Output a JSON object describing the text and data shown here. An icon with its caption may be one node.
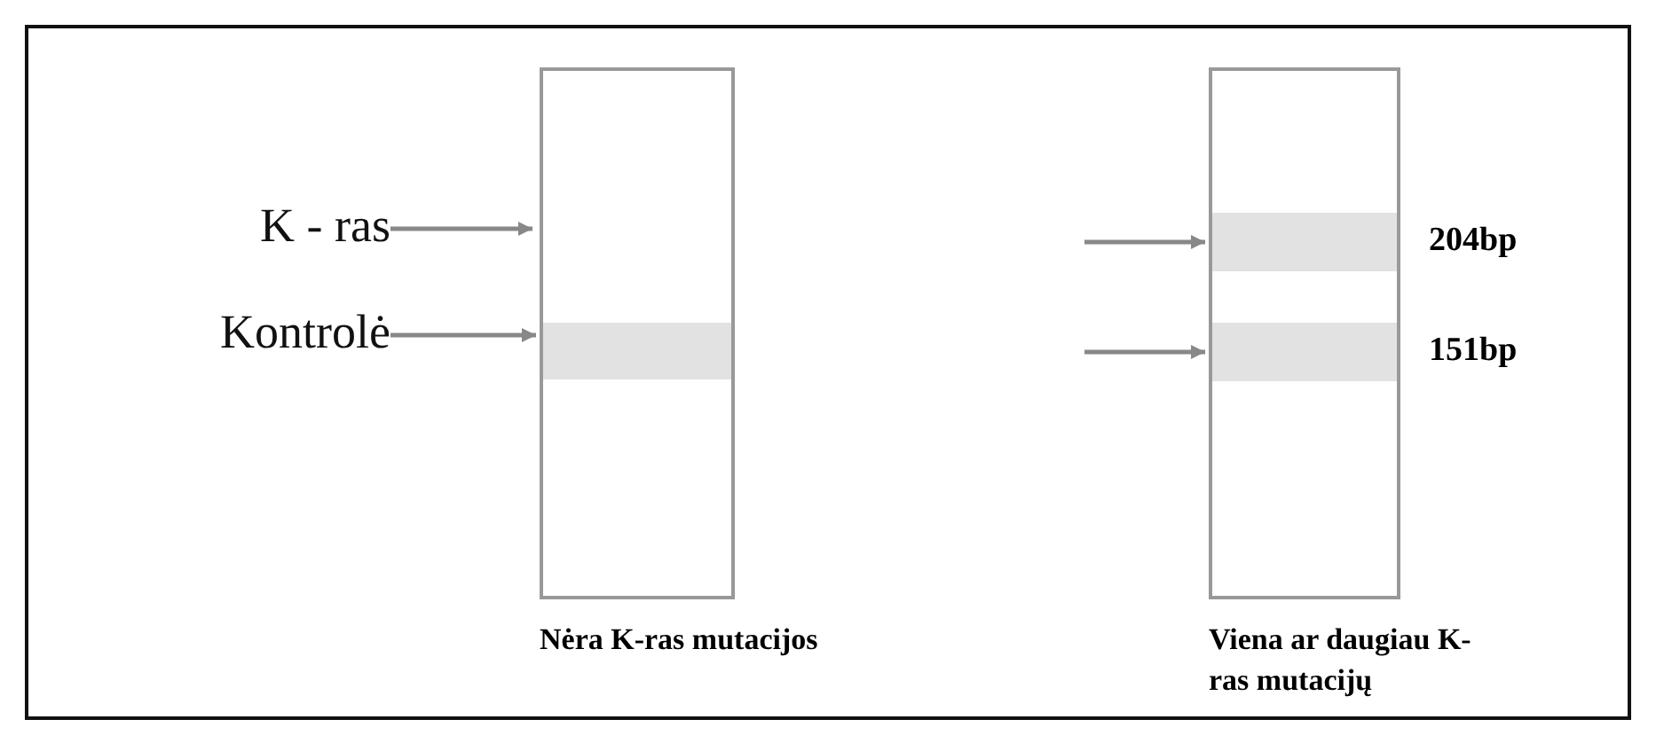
{
  "diagram": {
    "nodes": [
      {
        "text": [
          "K - ras"
        ]
      },
      {
        "text": [
          "Kontrolė"
        ]
      },
      {
        "text": [],
        "shape": "box",
        "beside": [
          "Nėra K-ras mutacijos"
        ]
      },
      {
        "text": [],
        "shape": "bar",
        "in": 2
      },
      {
        "text": [],
        "shape": "box",
        "beside": [
          "Viena ar daugiau K-ras mutacijų"
        ]
      },
      {
        "text": [],
        "shape": "bar",
        "in": 4,
        "beside": [
          "204bp"
        ]
      },
      {
        "text": [],
        "shape": "bar",
        "in": 4,
        "beside": [
          "151bp"
        ]
      }
    ],
    "edges": [
      {
        "from": 0,
        "to": 2,
        "arrow": "to"
      },
      {
        "from": 1,
        "to": 3,
        "arrow": "to"
      },
      {
        "from": null,
        "to": 5,
        "arrow": "to"
      },
      {
        "from": null,
        "to": 6,
        "arrow": "to"
      }
    ]
  }
}
